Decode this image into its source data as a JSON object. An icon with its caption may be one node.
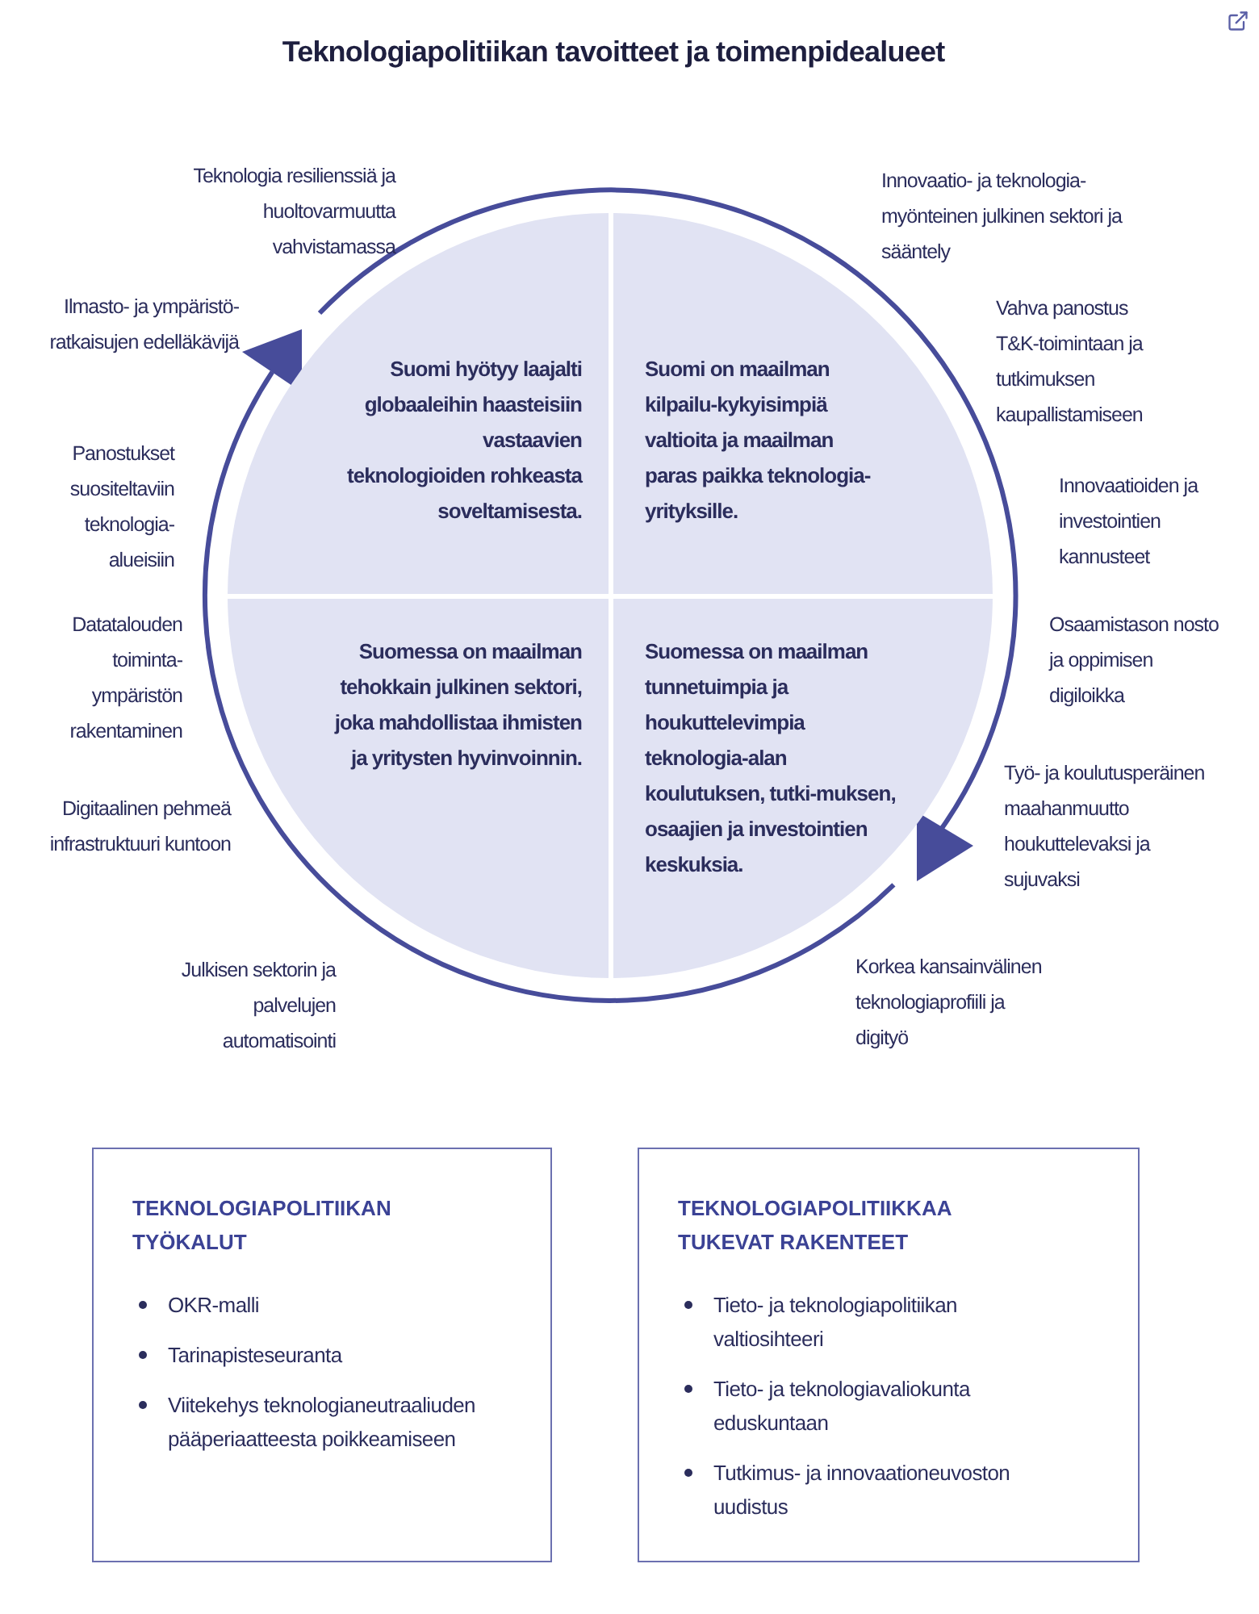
{
  "diagram": {
    "title": "Teknologiapolitiikan tavoitteet ja toimenpidealueet",
    "nodes": [
      {
        "text": [
          "Suomi hyötyy laajalti globaaleihin haasteisiin vastaavien teknologioiden rohkeasta soveltamisesta."
        ]
      },
      {
        "text": [
          "Suomi on maailman kilpailu-kykyisimpiä valtioita ja maailman paras paikka teknologia-yrityksille."
        ]
      },
      {
        "text": [
          "Suomessa on maailman tehokkain julkinen sektori, joka mahdollistaa ihmisten ja yritysten hyvinvoinnin."
        ]
      },
      {
        "text": [
          "Suomessa on maailman tunnetuimpia ja houkuttelevimpia teknologia-alan koulutuksen, tutki-muksen, osaajien ja investointien keskuksia."
        ]
      },
      {
        "text": [
          "TEKNOLOGIAPOLITIIKAN TYÖKALUT",
          "OKR-malli",
          "Tarinapisteseuranta",
          "Viitekehys teknologianeutraaliuden pääperiaatteesta poikkeamiseen"
        ]
      },
      {
        "text": [
          "TEKNOLOGIAPOLITIIKKAA TUKEVAT RAKENTEET",
          "Tieto- ja teknologiapolitiikan valtiosihteeri",
          "Tieto- ja teknologiavaliokunta eduskuntaan",
          "Tutkimus- ja innovaationeuvoston uudistus"
        ]
      }
    ],
    "labels": [
      "Teknologia resilienssiä ja huoltovarmuutta vahvistamassa",
      "Innovaatio- ja teknologia-myönteinen julkinen sektori ja sääntely",
      "Ilmasto- ja ympäristö-ratkaisujen edelläkävijä",
      "Vahva panostus T&K-toimintaan ja tutkimuksen kaupallistamiseen",
      "Panostukset suositeltaviin teknologia-alueisiin",
      "Innovaatioiden ja investointien kannusteet",
      "Datatalouden toiminta-ympäristön rakentaminen",
      "Osaamistason nosto ja oppimisen digiloikka",
      "Työ- ja koulutusperäinen maahanmuutto houkuttelevaksi ja sujuvaksi",
      "Digitaalinen pehmeä infrastruktuuri kuntoon",
      "Julkisen sektorin ja palvelujen automatisointi",
      "Korkea kansainvälinen teknologiaprofiili ja digityö"
    ]
  }
}
